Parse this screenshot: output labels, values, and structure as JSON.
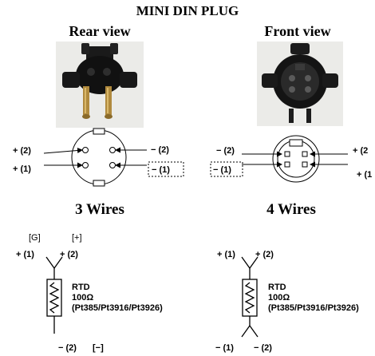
{
  "title": "MINI DIN PLUG",
  "views": {
    "rear": "Rear view",
    "front": "Front view"
  },
  "pin_labels": {
    "rear": {
      "plus2": "+ (2)",
      "plus1": "+ (1)",
      "minus2": "− (2)",
      "minus1": "− (1)"
    },
    "front": {
      "minus2": "− (2)",
      "minus1": "− (1)",
      "plus2": "+ (2",
      "plus1": "+ (1"
    }
  },
  "three_wires": {
    "title": "3 Wires",
    "bracket_g": "[G]",
    "bracket_plus": "[+]",
    "top_left": "+ (1)",
    "top_right": "+ (2)",
    "sensor_name": "RTD",
    "resistance": "100Ω",
    "types": "(Pt385/Pt3916/Pt3926)",
    "bottom": "− (2)",
    "bracket_minus": "[−]"
  },
  "four_wires": {
    "title": "4 Wires",
    "top_left": "+ (1)",
    "top_right": "+ (2)",
    "sensor_name": "RTD",
    "resistance": "100Ω",
    "types": "(Pt385/Pt3916/Pt3926)",
    "bottom_left": "− (1)",
    "bottom_right": "− (2)"
  }
}
